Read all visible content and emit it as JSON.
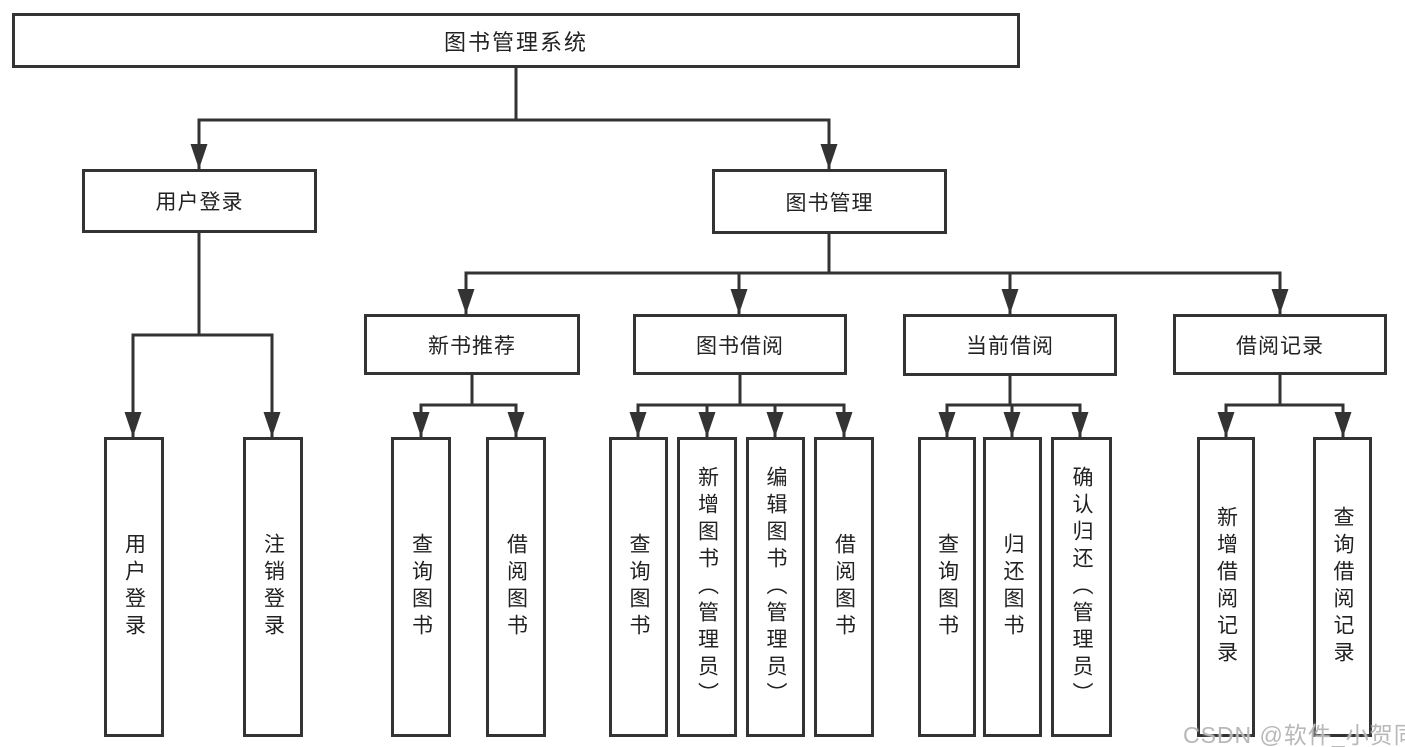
{
  "colors": {
    "line": "#333333",
    "box_border": "#333333",
    "text": "#222222",
    "watermark": "#b8b8b8",
    "background": "#ffffff"
  },
  "watermark": {
    "text": "CSDN @软件_小贺同学"
  },
  "tree": {
    "root": "图书管理系统",
    "branches": [
      {
        "label": "用户登录",
        "children": [
          "用户登录",
          "注销登录"
        ]
      },
      {
        "label": "图书管理",
        "groups": [
          {
            "label": "新书推荐",
            "children": [
              "查询图书",
              "借阅图书"
            ]
          },
          {
            "label": "图书借阅",
            "children": [
              "查询图书",
              "新增图书（管理员）",
              "编辑图书（管理员）",
              "借阅图书"
            ]
          },
          {
            "label": "当前借阅",
            "children": [
              "查询图书",
              "归还图书",
              "确认归还（管理员）"
            ]
          },
          {
            "label": "借阅记录",
            "children": [
              "新增借阅记录",
              "查询借阅记录"
            ]
          }
        ]
      }
    ]
  }
}
